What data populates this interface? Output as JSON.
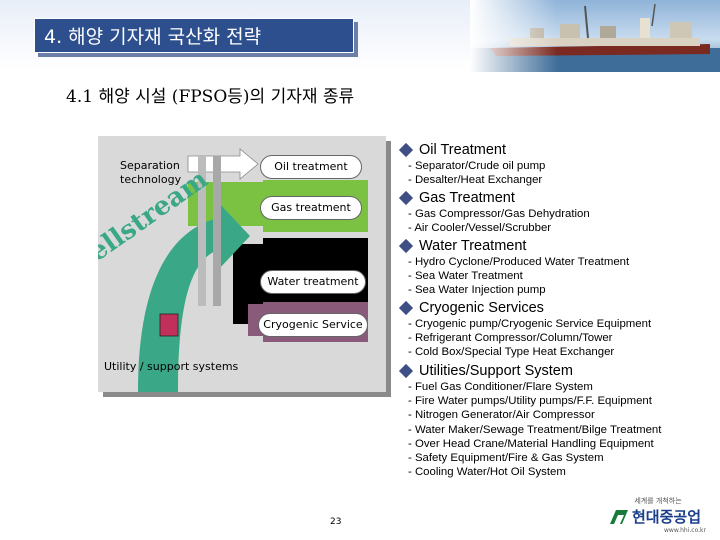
{
  "header": {
    "title": "4. 해양 기자재 국산화 전략"
  },
  "subtitle": "4.1 해양 시설 (FPSO등)의 기자재 종류",
  "diagram": {
    "separation_label": "Separation\ntechnology",
    "oil_label": "Oil treatment",
    "gas_label": "Gas treatment",
    "water_label": "Water treatment",
    "cryogenic_label": "Cryogenic Service",
    "utility_label": "Utility / support systems",
    "wellstream_label": "Wellstream",
    "colors": {
      "oil": "#ffffff",
      "gas": "#7cc242",
      "water": "#000000",
      "cryogenic": "#8a5a7a",
      "wellstream": "#3aa886",
      "utility_box": "#c0305a"
    }
  },
  "sections": [
    {
      "title": "Oil Treatment",
      "items": [
        "- Separator/Crude oil pump",
        "- Desalter/Heat Exchanger"
      ]
    },
    {
      "title": "Gas Treatment",
      "items": [
        "- Gas Compressor/Gas Dehydration",
        "- Air Cooler/Vessel/Scrubber"
      ]
    },
    {
      "title": "Water Treatment",
      "items": [
        "- Hydro Cyclone/Produced Water Treatment",
        "- Sea Water Treatment",
        "- Sea Water Injection pump"
      ]
    },
    {
      "title": "Cryogenic Services",
      "items": [
        "- Cryogenic pump/Cryogenic Service Equipment",
        "- Refrigerant Compressor/Column/Tower",
        "- Cold Box/Special Type Heat Exchanger"
      ]
    },
    {
      "title": "Utilities/Support System",
      "items": [
        "- Fuel Gas Conditioner/Flare System",
        "- Fire Water pumps/Utility pumps/F.F. Equipment",
        "- Nitrogen Generator/Air Compressor",
        "- Water Maker/Sewage Treatment/Bilge Treatment",
        "- Over Head Crane/Material Handling Equipment",
        "- Safety Equipment/Fire & Gas System",
        "- Cooling Water/Hot Oil System"
      ]
    }
  ],
  "footer": {
    "page_number": "23",
    "logo_tagline": "세계를 개척하는",
    "logo_name": "현대중공업",
    "logo_url": "www.hhi.co.kr"
  }
}
